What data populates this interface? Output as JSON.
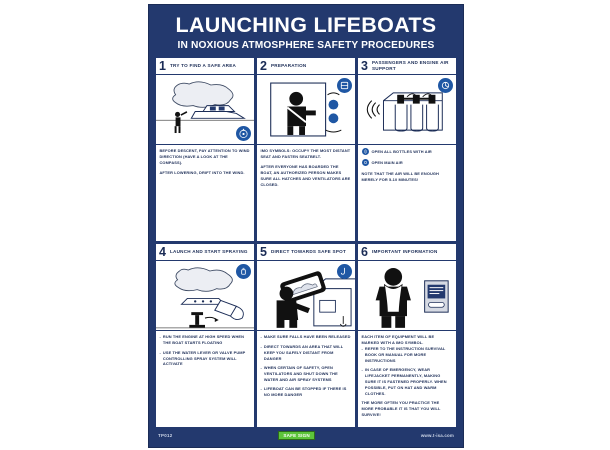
{
  "poster": {
    "title_main": "LAUNCHING LIFEBOATS",
    "title_sub": "IN NOXIOUS ATMOSPHERE SAFETY PROCEDURES",
    "accent_blue": "#23396e",
    "badge_blue": "#1f57a4",
    "logo_green": "#5cc43a"
  },
  "panels": [
    {
      "number": "1",
      "title": "TRY TO FIND A SAFE AREA",
      "art": "lifeboat-smoke-scene",
      "badges": [
        "compass-icon"
      ],
      "paragraphs": [
        "BEFORE DESCENT, PAY ATTENTION TO WIND DIRECTION (HAVE A LOOK AT THE COMPASS).",
        "AFTER LOWERING, DRIFT INTO THE WIND."
      ]
    },
    {
      "number": "2",
      "title": "PREPARATION",
      "art": "seated-person-seatbelt",
      "badges": [
        "seatbelt-icon",
        "hatch-icon"
      ],
      "paragraphs": [
        "IMO SYMBOLS: OCCUPY THE MOST DISTANT SEAT AND FASTEN SEATBELT.",
        "AFTER EVERYONE HAS BOARDED THE BOAT, AN AUTHORIZED PERSON MAKES SURE ALL HATCHES AND VENTILATORS ARE CLOSED."
      ]
    },
    {
      "number": "3",
      "title": "PASSENGERS AND ENGINE AIR SUPPORT",
      "art": "air-bottles-rack",
      "badges": [
        "air-valve-icon"
      ],
      "icon_lines": [
        {
          "icon": "bottle-icon",
          "text": "OPEN ALL BOTTLES WITH AIR"
        },
        {
          "icon": "valve-icon",
          "text": "OPEN MAIN AIR"
        }
      ],
      "note": "NOTE THAT THE AIR WILL BE ENOUGH MERELY FOR 5-10 MINUTES!"
    },
    {
      "number": "4",
      "title": "LAUNCH AND START SPRAYING",
      "art": "boat-spray-system",
      "badges": [
        "spray-icon"
      ],
      "bullets": [
        "RUN THE ENGINE AT HIGH SPEED WHEN THE BOAT STARTS FLOATING",
        "USE THE WATER LEVER OR VALVE PUMP CONTROLLING SPRAY SYSTEM WILL ACTIVATE"
      ]
    },
    {
      "number": "5",
      "title": "DIRECT TOWARDS SAFE SPOT",
      "art": "helmsman-steering",
      "badges": [
        "hook-release-icon"
      ],
      "bullets": [
        "MAKE SURE FALLS HAVE BEEN RELEASED",
        "DIRECT TOWARDS AN AREA THAT WILL KEEP YOU SAFELY DISTANT FROM DANGER",
        "WHEN CERTAIN OF SAFETY, OPEN VENTILATORS AND SHUT DOWN THE WATER AND AIR SPRAY SYSTEMS",
        "LIFEBOAT CAN BE STOPPED IF THERE IS NO MORE DANGER"
      ]
    },
    {
      "number": "6",
      "title": "IMPORTANT INFORMATION",
      "art": "lifejacket-and-manual",
      "badges": [],
      "intro": "EACH ITEM OF EQUIPMENT WILL BE MARKED WITH A IMO SYMBOL.",
      "bullets": [
        "REFER TO THE INSTRUCTION SURVIVAL BOOK OR MANUAL FOR MORE INSTRUCTIONS",
        "IN CASE OF EMERGENCY, WEAR LIFEJACKET PERMANENTLY, MAKING SURE IT IS FASTENED PROPERLY. WHEN POSSIBLE, PUT ON HAT AND WARM CLOTHES."
      ],
      "closing": "THE MORE OFTEN YOU PRACTICE THE MORE PROBABLE IT IS THAT YOU WILL SURVIVE!"
    }
  ],
  "footer": {
    "code": "TP012",
    "logo_text": "SAFE SIGN",
    "website": "www.t-isa.com"
  }
}
